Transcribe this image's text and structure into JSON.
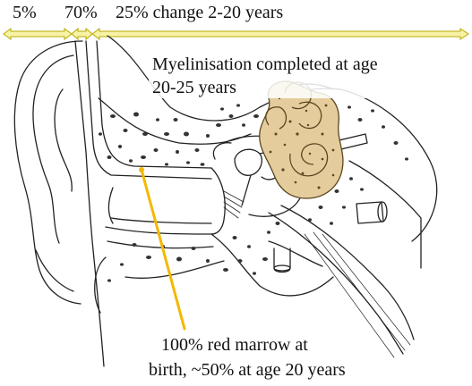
{
  "timeline": {
    "segments": [
      {
        "label": "5%"
      },
      {
        "label": "70%"
      },
      {
        "label": "25% change 2-20 years"
      }
    ],
    "arrow_fill": "#f7f3a6",
    "arrow_stroke": "#b8a800"
  },
  "annotations": {
    "myelinisation": {
      "line1": "Myelinisation completed at age",
      "line2": "20-25 years"
    },
    "red_marrow": {
      "line1": "100% red marrow at",
      "line2": "birth, ~50% at age 20 years"
    }
  },
  "colors": {
    "inner_ear": "#e4cc9c",
    "pointer_line": "#f3b800",
    "ink": "#222222",
    "marrow_dots": "#333333"
  }
}
